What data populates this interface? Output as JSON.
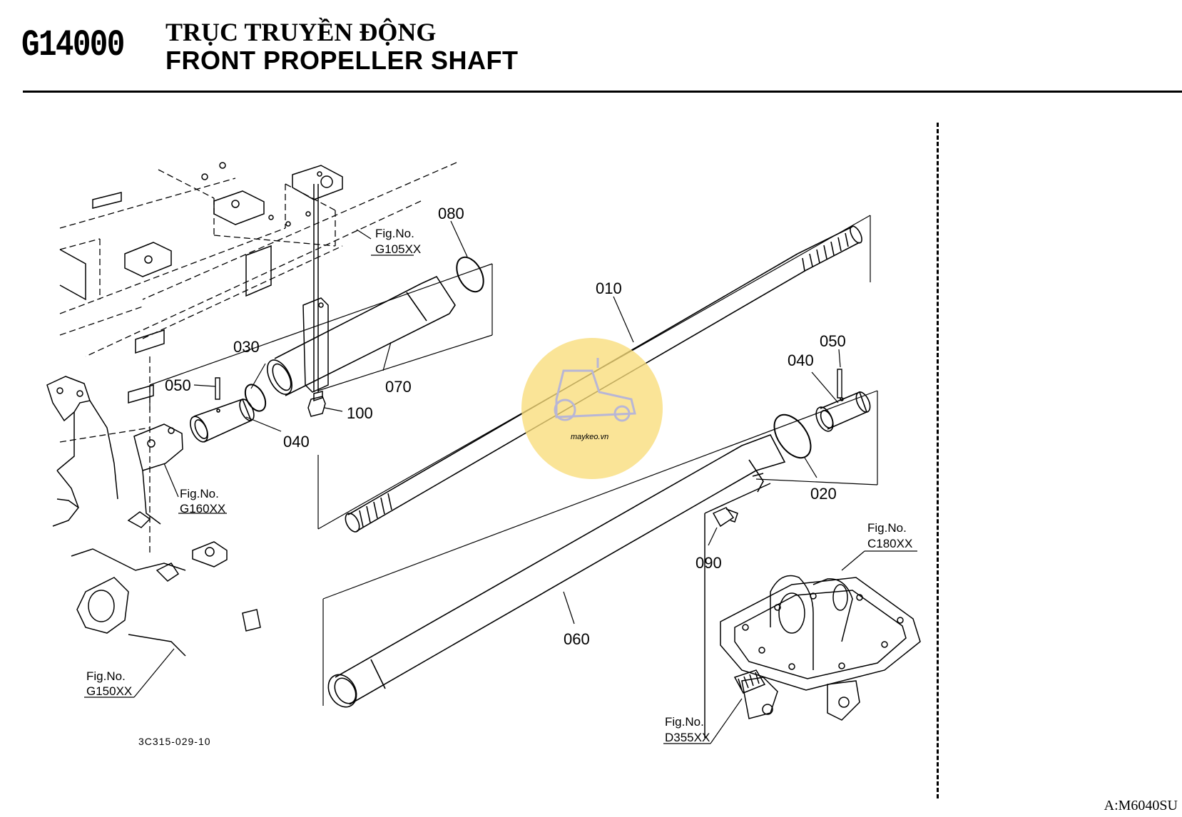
{
  "header": {
    "code": "G14000",
    "title_vi": "TRỤC TRUYỀN ĐỘNG",
    "title_en": "FRONT PROPELLER SHAFT"
  },
  "drawing_number": "3C315-029-10",
  "model_code": "A:M6040SU",
  "watermark": {
    "text": "maykeo.vn",
    "color": "#f9dc7a",
    "icon": "tractor-icon"
  },
  "callouts": {
    "p010": "010",
    "p020": "020",
    "p030": "030",
    "p040_left": "040",
    "p040_right": "040",
    "p050_left": "050",
    "p050_right": "050",
    "p060": "060",
    "p070": "070",
    "p080": "080",
    "p090": "090",
    "p100": "100"
  },
  "figure_refs": {
    "g105": {
      "label": "Fig.No.",
      "code": "G105XX"
    },
    "g160": {
      "label": "Fig.No.",
      "code": "G160XX"
    },
    "g150": {
      "label": "Fig.No.",
      "code": "G150XX"
    },
    "c180": {
      "label": "Fig.No.",
      "code": "C180XX"
    },
    "d355": {
      "label": "Fig.No.",
      "code": "D355XX"
    }
  }
}
